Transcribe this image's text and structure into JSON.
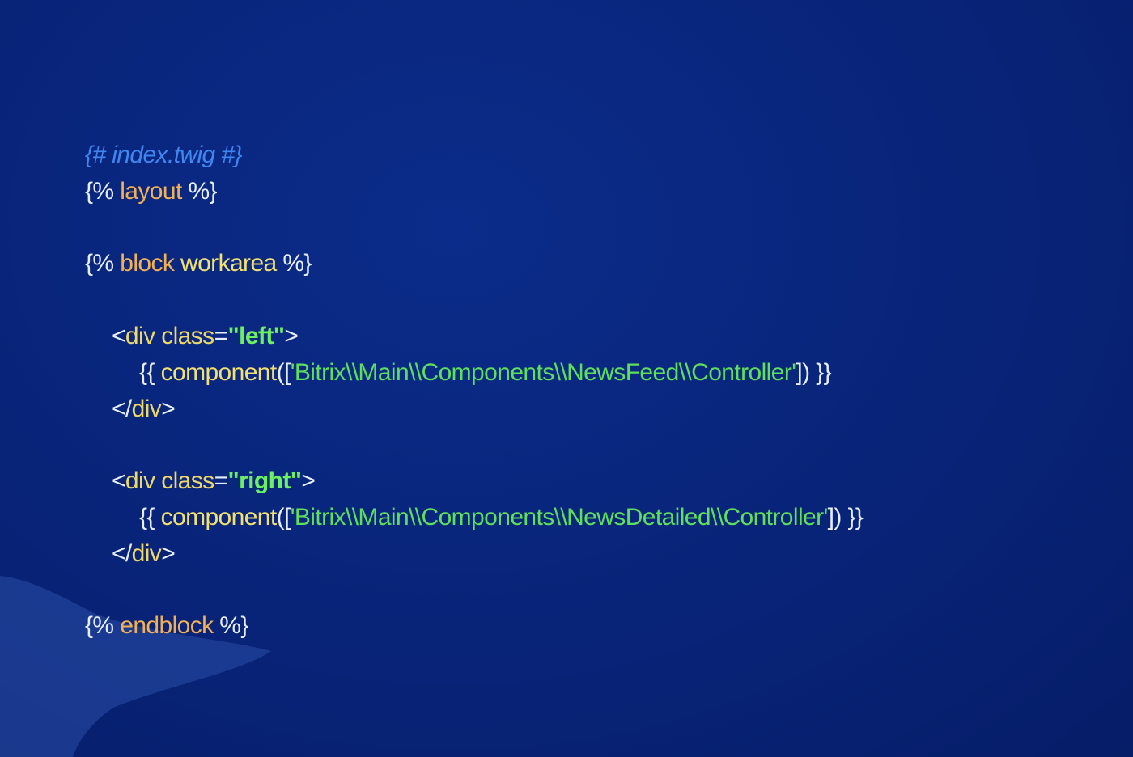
{
  "slide": {
    "colors": {
      "background": "#082377",
      "comment": "#3f86f0",
      "keyword": "#f2b055",
      "string": "#5ee05a"
    },
    "code_lines": [
      {
        "indent": 0,
        "tokens": [
          {
            "t": "{# index.twig #}",
            "k": "comment"
          }
        ]
      },
      {
        "indent": 0,
        "tokens": [
          {
            "t": "{% ",
            "k": "punct"
          },
          {
            "t": "layout",
            "k": "keyword"
          },
          {
            "t": " %}",
            "k": "punct"
          }
        ]
      },
      {
        "indent": 0,
        "tokens": []
      },
      {
        "indent": 0,
        "tokens": [
          {
            "t": "{% ",
            "k": "punct"
          },
          {
            "t": "block",
            "k": "keyword"
          },
          {
            "t": " ",
            "k": "punct"
          },
          {
            "t": "workarea",
            "k": "ident"
          },
          {
            "t": " %}",
            "k": "punct"
          }
        ]
      },
      {
        "indent": 0,
        "tokens": []
      },
      {
        "indent": 1,
        "tokens": [
          {
            "t": "<",
            "k": "punct"
          },
          {
            "t": "div class",
            "k": "tag"
          },
          {
            "t": "=",
            "k": "punct"
          },
          {
            "t": "\"left\"",
            "k": "strbold"
          },
          {
            "t": ">",
            "k": "punct"
          }
        ]
      },
      {
        "indent": 2,
        "tokens": [
          {
            "t": "{{ ",
            "k": "punct"
          },
          {
            "t": "component",
            "k": "ident"
          },
          {
            "t": "([",
            "k": "punct"
          },
          {
            "t": "'Bitrix\\\\Main\\\\Components\\\\NewsFeed\\\\Controller'",
            "k": "string"
          },
          {
            "t": "]) }}",
            "k": "punct"
          }
        ]
      },
      {
        "indent": 1,
        "tokens": [
          {
            "t": "</",
            "k": "punct"
          },
          {
            "t": "div",
            "k": "tag"
          },
          {
            "t": ">",
            "k": "punct"
          }
        ]
      },
      {
        "indent": 0,
        "tokens": []
      },
      {
        "indent": 1,
        "tokens": [
          {
            "t": "<",
            "k": "punct"
          },
          {
            "t": "div class",
            "k": "tag"
          },
          {
            "t": "=",
            "k": "punct"
          },
          {
            "t": "\"right\"",
            "k": "strbold"
          },
          {
            "t": ">",
            "k": "punct"
          }
        ]
      },
      {
        "indent": 2,
        "tokens": [
          {
            "t": "{{ ",
            "k": "punct"
          },
          {
            "t": "component",
            "k": "ident"
          },
          {
            "t": "([",
            "k": "punct"
          },
          {
            "t": "'Bitrix\\\\Main\\\\Components\\\\NewsDetailed\\\\Controller'",
            "k": "string"
          },
          {
            "t": "]) }}",
            "k": "punct"
          }
        ]
      },
      {
        "indent": 1,
        "tokens": [
          {
            "t": "</",
            "k": "punct"
          },
          {
            "t": "div",
            "k": "tag"
          },
          {
            "t": ">",
            "k": "punct"
          }
        ]
      },
      {
        "indent": 0,
        "tokens": []
      },
      {
        "indent": 0,
        "tokens": [
          {
            "t": "{% ",
            "k": "punct"
          },
          {
            "t": "endblock",
            "k": "keyword"
          },
          {
            "t": " %}",
            "k": "punct"
          }
        ]
      }
    ]
  }
}
